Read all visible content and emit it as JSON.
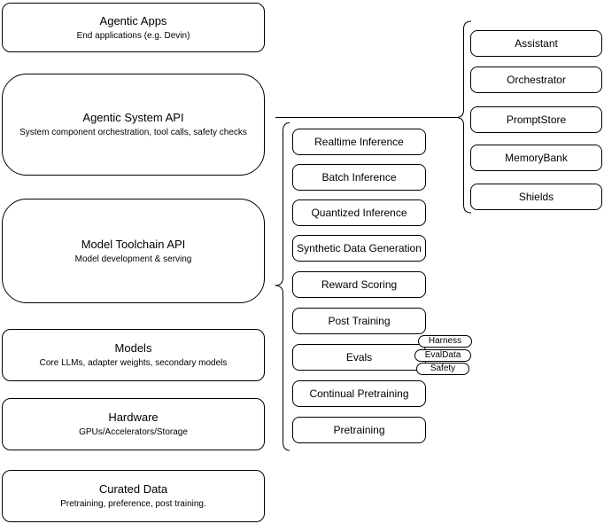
{
  "colors": {
    "background": "#ffffff",
    "stroke": "#000000",
    "node_fill": "#ffffff"
  },
  "layers": [
    {
      "title": "Agentic Apps",
      "subtitle": "End applications (e.g. Devin)"
    },
    {
      "title": "Agentic System API",
      "subtitle": "System component orchestration, tool calls, safety checks"
    },
    {
      "title": "Model Toolchain API",
      "subtitle": "Model development & serving"
    },
    {
      "title": "Models",
      "subtitle": "Core LLMs, adapter weights, secondary models"
    },
    {
      "title": "Hardware",
      "subtitle": "GPUs/Accelerators/Storage"
    },
    {
      "title": "Curated Data",
      "subtitle": "Pretraining, preference, post training."
    }
  ],
  "toolchain_components": [
    "Realtime Inference",
    "Batch Inference",
    "Quantized Inference",
    "Synthetic Data Generation",
    "Reward Scoring",
    "Post Training",
    "Evals",
    "Continual Pretraining",
    "Pretraining"
  ],
  "evals_tags": [
    "Harness",
    "EvalData",
    "Safety"
  ],
  "system_components": [
    "Assistant",
    "Orchestrator",
    "PromptStore",
    "MemoryBank",
    "Shields"
  ]
}
